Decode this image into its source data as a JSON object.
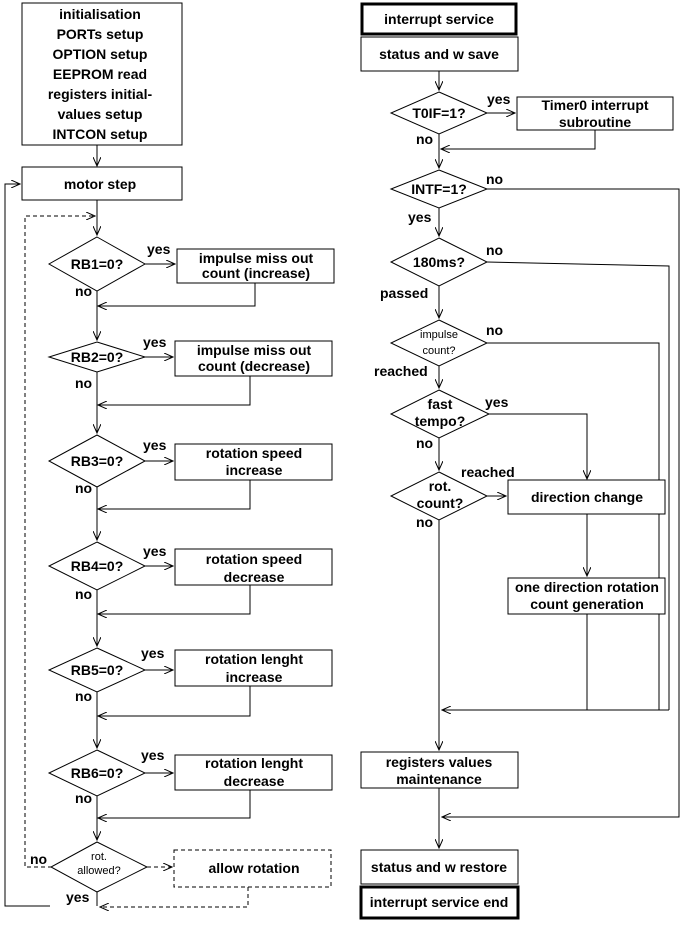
{
  "left": {
    "init": [
      "initialisation",
      "PORTs setup",
      "OPTION setup",
      "EEPROM read",
      "registers initial-",
      "values setup",
      "INTCON setup"
    ],
    "motor_step": "motor step",
    "checks": [
      {
        "q": "RB1=0?",
        "action": [
          "impulse miss out",
          "count (increase)"
        ]
      },
      {
        "q": "RB2=0?",
        "action": [
          "impulse miss out",
          "count (decrease)"
        ]
      },
      {
        "q": "RB3=0?",
        "action": [
          "rotation speed",
          "increase"
        ]
      },
      {
        "q": "RB4=0?",
        "action": [
          "rotation speed",
          "decrease"
        ]
      },
      {
        "q": "RB5=0?",
        "action": [
          "rotation lenght",
          "increase"
        ]
      },
      {
        "q": "RB6=0?",
        "action": [
          "rotation lenght",
          "decrease"
        ]
      }
    ],
    "rot_allowed": [
      "rot.",
      "allowed?"
    ],
    "allow_rotation": "allow rotation"
  },
  "right": {
    "interrupt_service": "interrupt service",
    "status_save": "status and w save",
    "t0if": "T0IF=1?",
    "timer0": [
      "Timer0 interrupt",
      "subroutine"
    ],
    "intf": "INTF=1?",
    "ms180": "180ms?",
    "impulse_count": [
      "impulse",
      "count?"
    ],
    "fast_tempo": [
      "fast",
      "tempo?"
    ],
    "rot_count": [
      "rot.",
      "count?"
    ],
    "direction_change": "direction change",
    "one_direction": [
      "one direction rotation",
      "count generation"
    ],
    "registers_maint": [
      "registers values",
      "maintenance"
    ],
    "status_restore": "status and w restore",
    "interrupt_end": "interrupt service end"
  },
  "labels": {
    "yes": "yes",
    "no": "no",
    "passed": "passed",
    "reached": "reached"
  }
}
